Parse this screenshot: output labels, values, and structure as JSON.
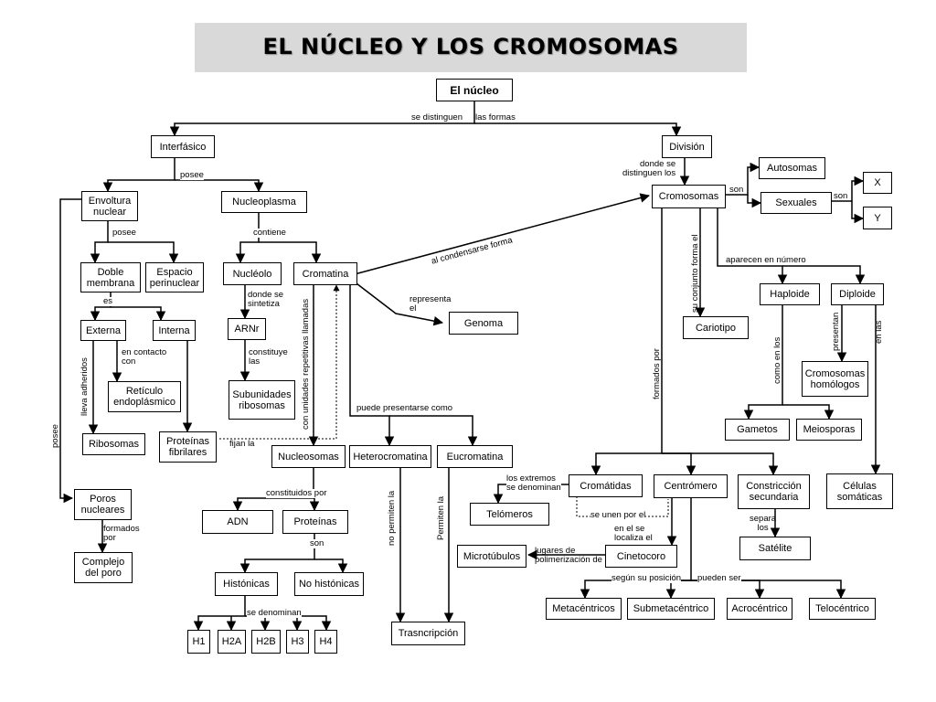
{
  "title": "EL NÚCLEO Y LOS CROMOSOMAS",
  "nodes": {
    "nucleo": "El núcleo",
    "interfasico": "Interfásico",
    "division": "División",
    "envoltura": "Envoltura\nnuclear",
    "nucleoplasma": "Nucleoplasma",
    "doble_membrana": "Doble\nmembrana",
    "espacio_perinuclear": "Espacio\nperinuclear",
    "externa": "Externa",
    "interna": "Interna",
    "reticulo": "Retículo\nendoplásmico",
    "ribosomas": "Ribosomas",
    "proteinas_fibrilares": "Proteínas\nfibrilares",
    "poros": "Poros\nnucleares",
    "complejo_poro": "Complejo\ndel poro",
    "nucleolo": "Nucléolo",
    "arnr": "ARNr",
    "subunidades": "Subunidades\nribosomas",
    "cromatina": "Cromatina",
    "genoma": "Genoma",
    "nucleosomas": "Nucleosomas",
    "heterocromatina": "Heterocromatina",
    "eucromatina": "Eucromatina",
    "adn": "ADN",
    "proteinas": "Proteínas",
    "histonicas": "Histónicas",
    "no_histonicas": "No histónicas",
    "h1": "H1",
    "h2a": "H2A",
    "h2b": "H2B",
    "h3": "H3",
    "h4": "H4",
    "trascripcion": "Trasncripción",
    "cromosomas": "Cromosomas",
    "autosomas": "Autosomas",
    "sexuales": "Sexuales",
    "x": "X",
    "y": "Y",
    "cariotipo": "Cariotipo",
    "haploide": "Haploide",
    "diploide": "Diploide",
    "cromosomas_homologos": "Cromosomas\nhomólogos",
    "gametos": "Gametos",
    "meiosporas": "Meiosporas",
    "celulas_somaticas": "Células\nsomáticas",
    "cromatidas": "Cromátidas",
    "centromero": "Centrómero",
    "constriccion": "Constricción\nsecundaria",
    "telomeros": "Telómeros",
    "cinetocoro": "Cinetocoro",
    "microtubulos": "Microtúbulos",
    "satelite": "Satélite",
    "metacentricos": "Metacéntricos",
    "submetacentrico": "Submetacéntrico",
    "acrocentrico": "Acrocéntrico",
    "telocentrico": "Telocéntrico"
  },
  "labels": {
    "se_distinguen": "se distinguen",
    "las_formas": "las formas",
    "posee_1": "posee",
    "posee_2": "posee",
    "posee_3": "posee",
    "es": "es",
    "en_contacto_con": "en contacto\ncon",
    "lleva_adheridos": "lleva adheridos",
    "fijan_la": "fijan la",
    "formados_por_1": "formados\npor",
    "contiene": "contiene",
    "donde_se_sintetiza": "donde se\nsintetiza",
    "constituye_las": "constituye\nlas",
    "con_unidades": "con unidades repetitivas llamadas",
    "representa_el": "representa\nel",
    "al_condensarse": "al condensarse forma",
    "puede_presentarse": "puede presentarse como",
    "constituidos_por": "constituidos  por",
    "son_1": "son",
    "se_denominan_1": "se denominan",
    "no_permiten": "no permiten la",
    "permiten": "Permiten la",
    "donde_se_distinguen": "donde se\ndistinguen los",
    "son_2": "son",
    "son_3": "son",
    "su_conjunto": "su conjunto forma el",
    "aparecen_en_numero": "aparecen en número",
    "como_en_los": "como en los",
    "presentan": "presentan",
    "en_las": "en las",
    "formados_por_2": "formados por",
    "los_extremos": "los extremos\nse denominan",
    "se_unen_por_el": "se unen por el",
    "en_el_se_localiza": "en el se\nlocaliza el",
    "lugares_de": "lugares de\npolimerización de",
    "separa_los": "separa\nlos",
    "segun_su_posicion": "según su posición",
    "pueden_ser": "pueden ser"
  }
}
